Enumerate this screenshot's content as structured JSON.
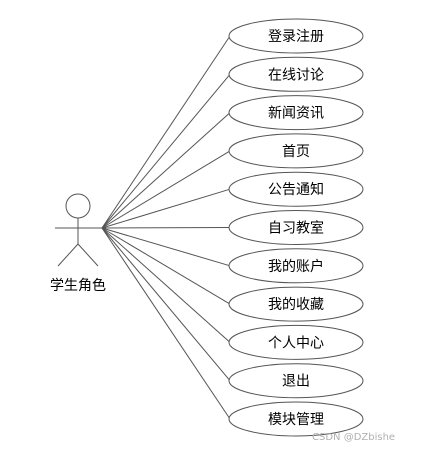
{
  "actor": {
    "label": "学生角色"
  },
  "use_cases": [
    "登录注册",
    "在线讨论",
    "新闻资讯",
    "首页",
    "公告通知",
    "自习教室",
    "我的账户",
    "我的收藏",
    "个人中心",
    "退出",
    "模块管理"
  ],
  "watermark": "CSDN @DZbishe",
  "colors": {
    "stroke": "#555555",
    "ellipse_fill": "#ffffff",
    "text": "#000000",
    "watermark": "#b0b0b0"
  }
}
